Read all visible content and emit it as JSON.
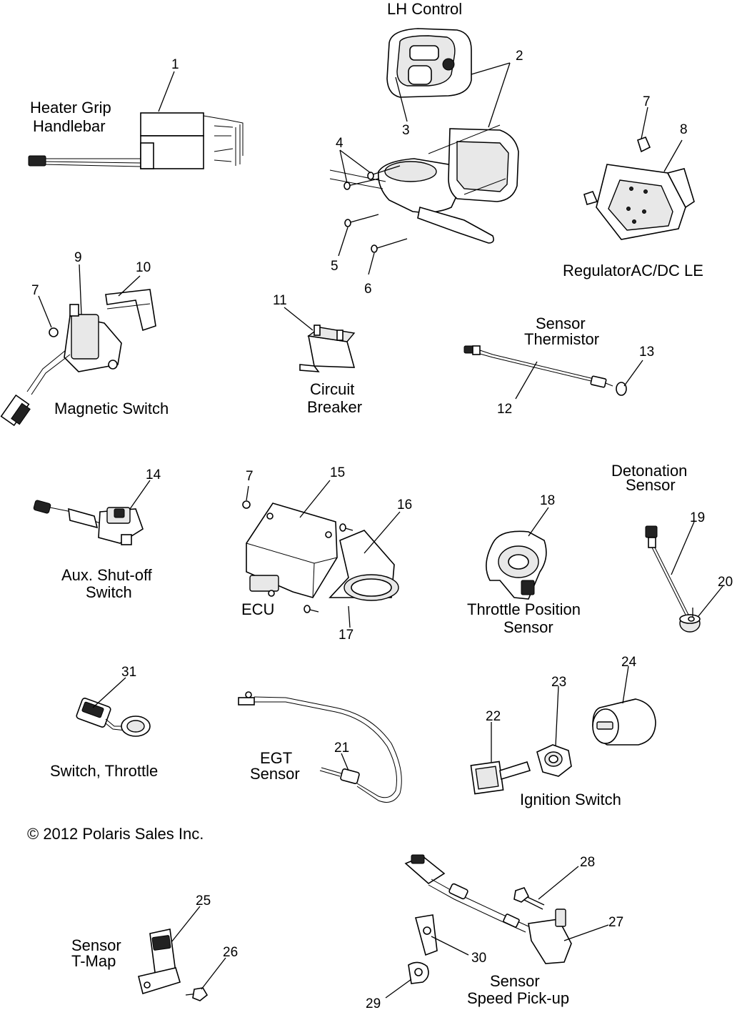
{
  "labels": {
    "lh_control": "LH Control",
    "heater_grip_1": "Heater Grip",
    "heater_grip_2": "Handlebar",
    "regulator": "RegulatorAC/DC LE",
    "sensor_thermistor_1": "Sensor",
    "sensor_thermistor_2": "Thermistor",
    "magnetic_switch": "Magnetic Switch",
    "circuit_breaker_1": "Circuit",
    "circuit_breaker_2": "Breaker",
    "detonation_sensor_1": "Detonation",
    "detonation_sensor_2": "Sensor",
    "aux_shutoff_1": "Aux. Shut-off",
    "aux_shutoff_2": "Switch",
    "ecu": "ECU",
    "tps_1": "Throttle Position",
    "tps_2": "Sensor",
    "switch_throttle": "Switch, Throttle",
    "egt_1": "EGT",
    "egt_2": "Sensor",
    "ignition_switch": "Ignition Switch",
    "sensor_tmap_1": "Sensor",
    "sensor_tmap_2": "T-Map",
    "speed_pickup_1": "Sensor",
    "speed_pickup_2": "Speed Pick-up"
  },
  "copyright": "© 2012 Polaris Sales Inc.",
  "callouts": {
    "n1": "1",
    "n2": "2",
    "n3": "3",
    "n4": "4",
    "n5": "5",
    "n6": "6",
    "n7a": "7",
    "n7b": "7",
    "n7c": "7",
    "n8": "8",
    "n9": "9",
    "n10": "10",
    "n11": "11",
    "n12": "12",
    "n13": "13",
    "n14": "14",
    "n15": "15",
    "n16": "16",
    "n17": "17",
    "n18": "18",
    "n19": "19",
    "n20": "20",
    "n21": "21",
    "n22": "22",
    "n23": "23",
    "n24": "24",
    "n25": "25",
    "n26": "26",
    "n27": "27",
    "n28": "28",
    "n29": "29",
    "n30": "30",
    "n31": "31"
  }
}
